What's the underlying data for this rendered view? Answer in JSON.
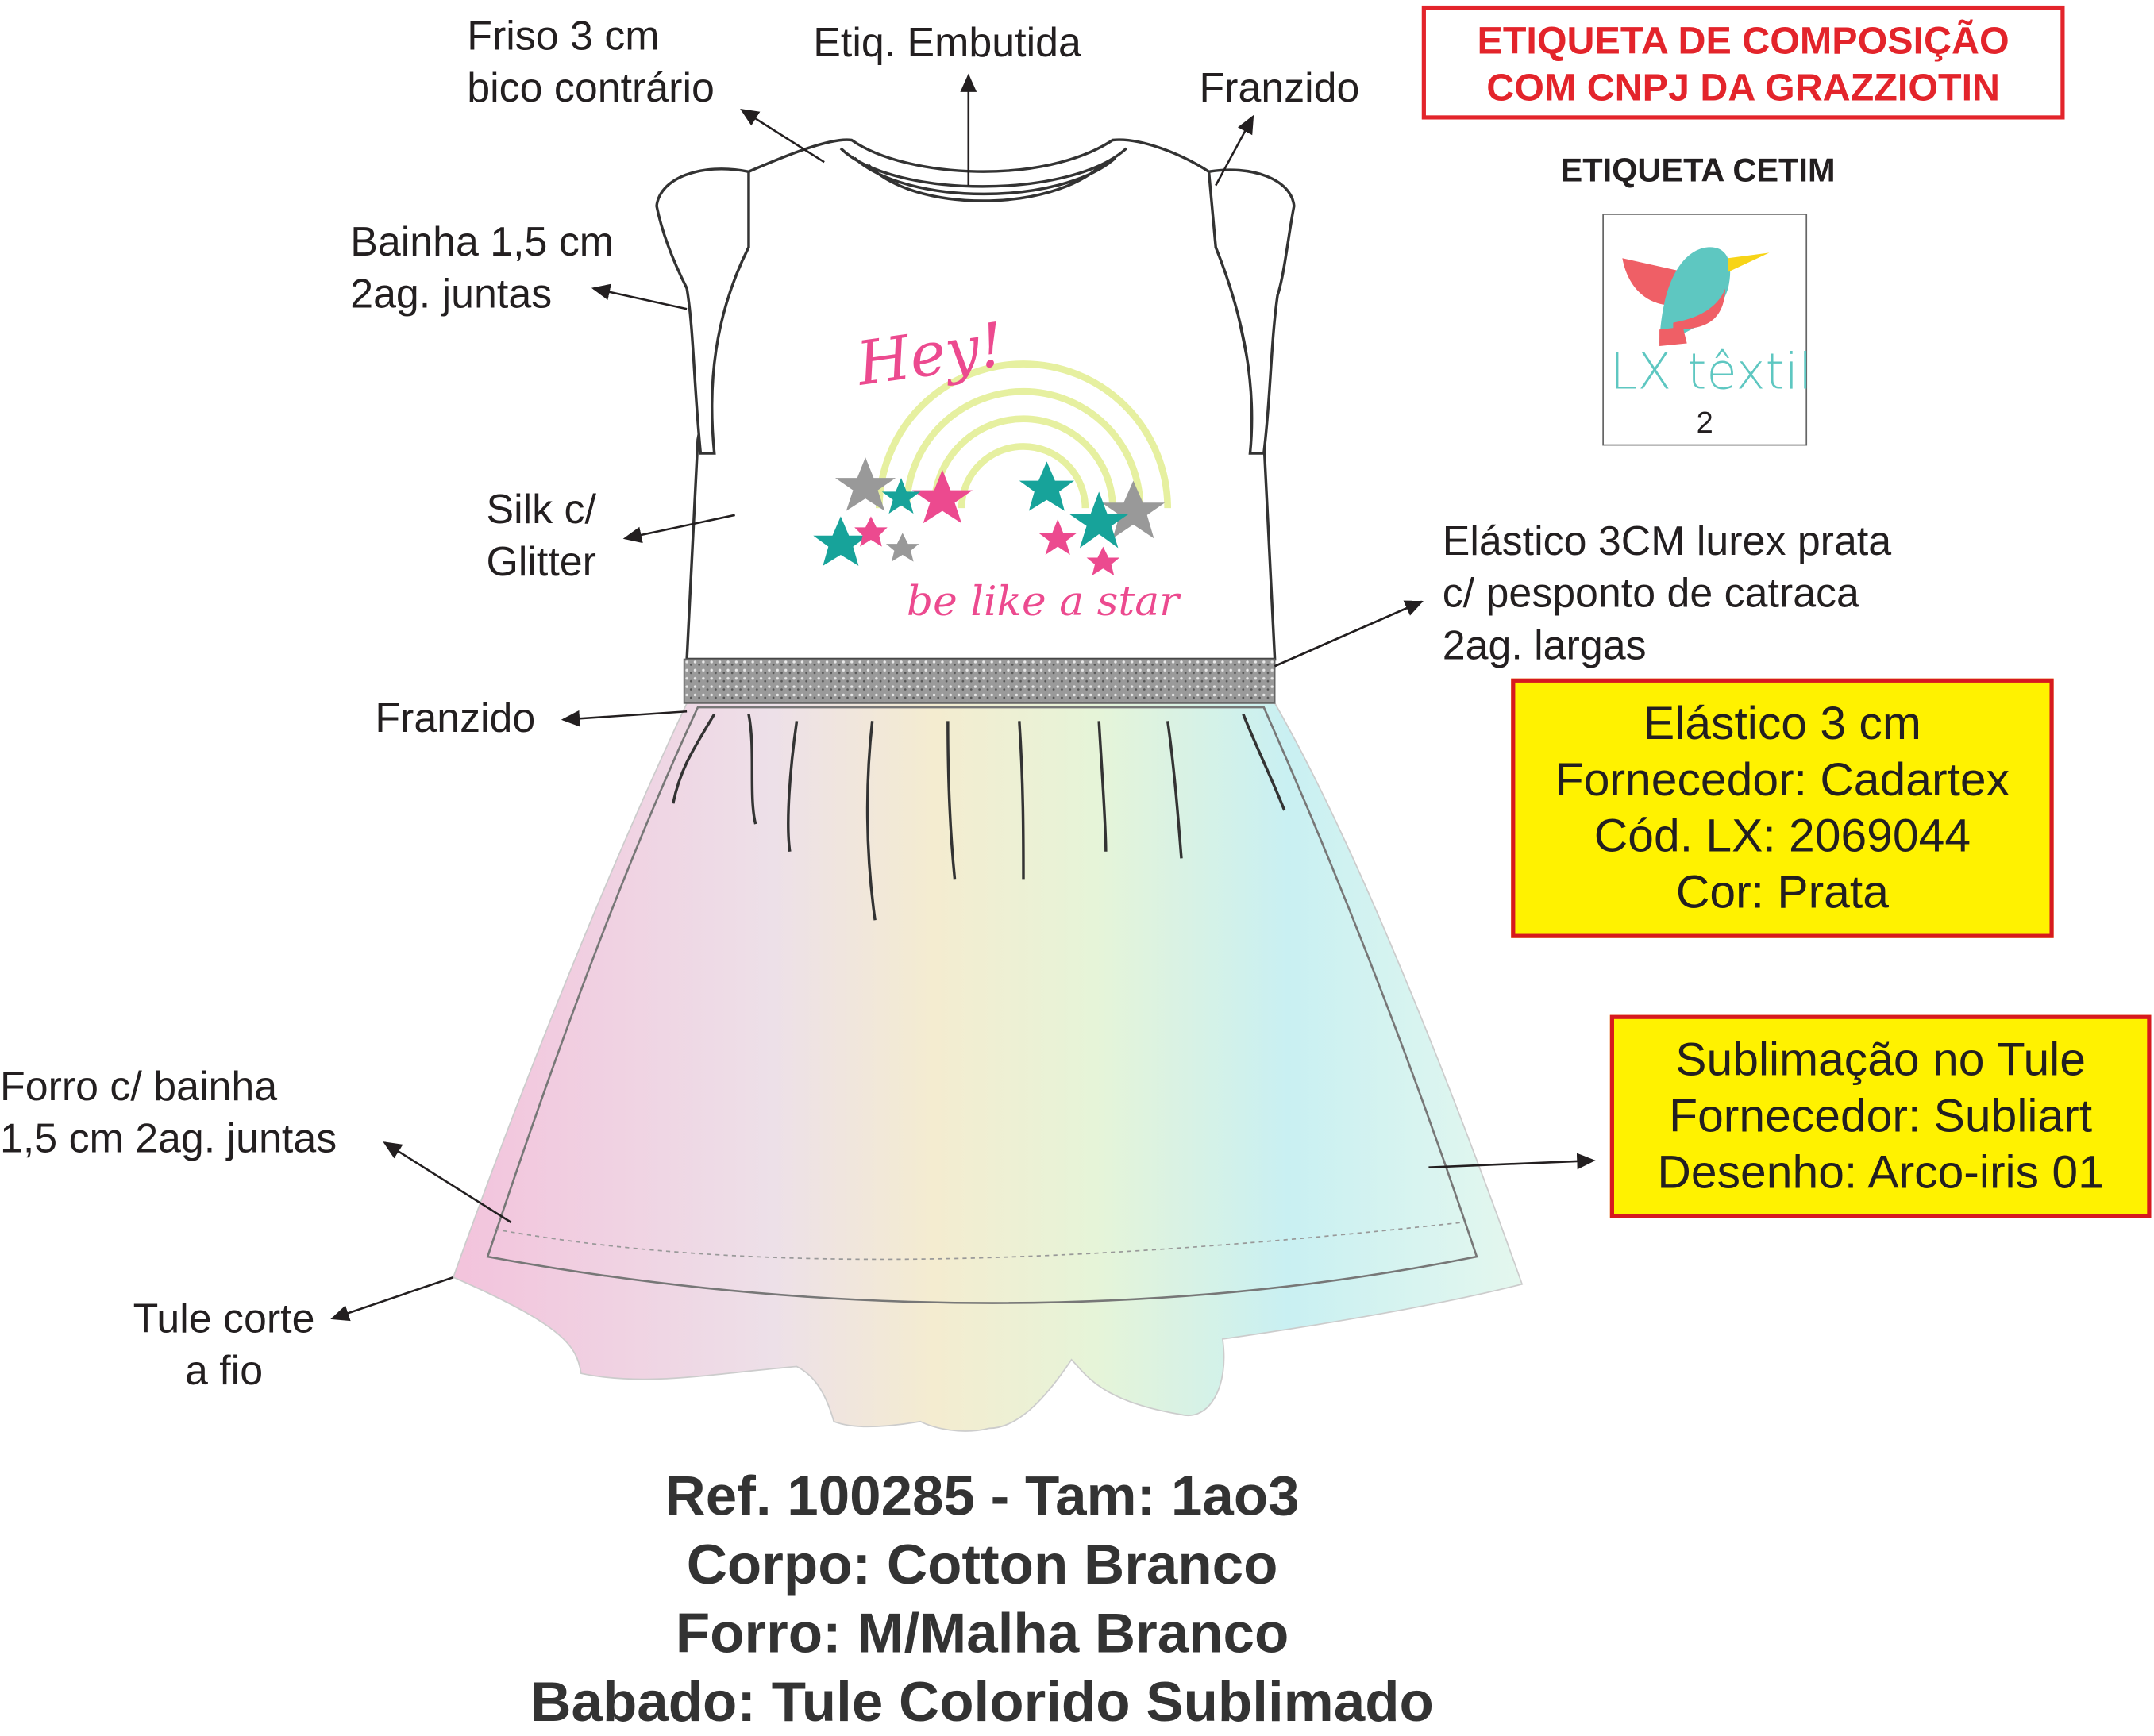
{
  "annotations": {
    "friso": [
      "Friso 3 cm",
      "bico contrário"
    ],
    "etiq_embutida": "Etiq. Embutida",
    "franzido_top": "Franzido",
    "bainha": [
      "Bainha 1,5 cm",
      "2ag. juntas"
    ],
    "silk": [
      "Silk c/",
      "Glitter"
    ],
    "elastico": [
      "Elástico 3CM lurex prata",
      "c/ pesponto de catraca",
      "2ag. largas"
    ],
    "franzido_waist": "Franzido",
    "forro": [
      "Forro c/ bainha",
      "1,5 cm 2ag. juntas"
    ],
    "tule": [
      "Tule corte",
      "a fio"
    ]
  },
  "composition_label": [
    "ETIQUETA DE COMPOSIÇÃO",
    "COM CNPJ DA GRAZZIOTIN"
  ],
  "satin_label": {
    "title": "ETIQUETA CETIM",
    "brand": "LX têxtil",
    "size": "2"
  },
  "print_text": {
    "hey": "Hey!",
    "slogan": "be like a star"
  },
  "elastic_box": [
    "Elástico 3 cm",
    "Fornecedor: Cadartex",
    "Cód. LX: 2069044",
    "Cor: Prata"
  ],
  "tulle_box": [
    "Sublimação no Tule",
    "Fornecedor: Subliart",
    "Desenho: Arco-iris 01"
  ],
  "spec": [
    "Ref. 100285 - Tam: 1ao3",
    "Corpo: Cotton Branco",
    "Forro: M/Malha Branco",
    "Babado: Tule Colorido Sublimado"
  ],
  "colors": {
    "red": "#e3242b",
    "yellow": "#fff200",
    "pink": "#ec4a8f",
    "teal": "#17a39a"
  }
}
